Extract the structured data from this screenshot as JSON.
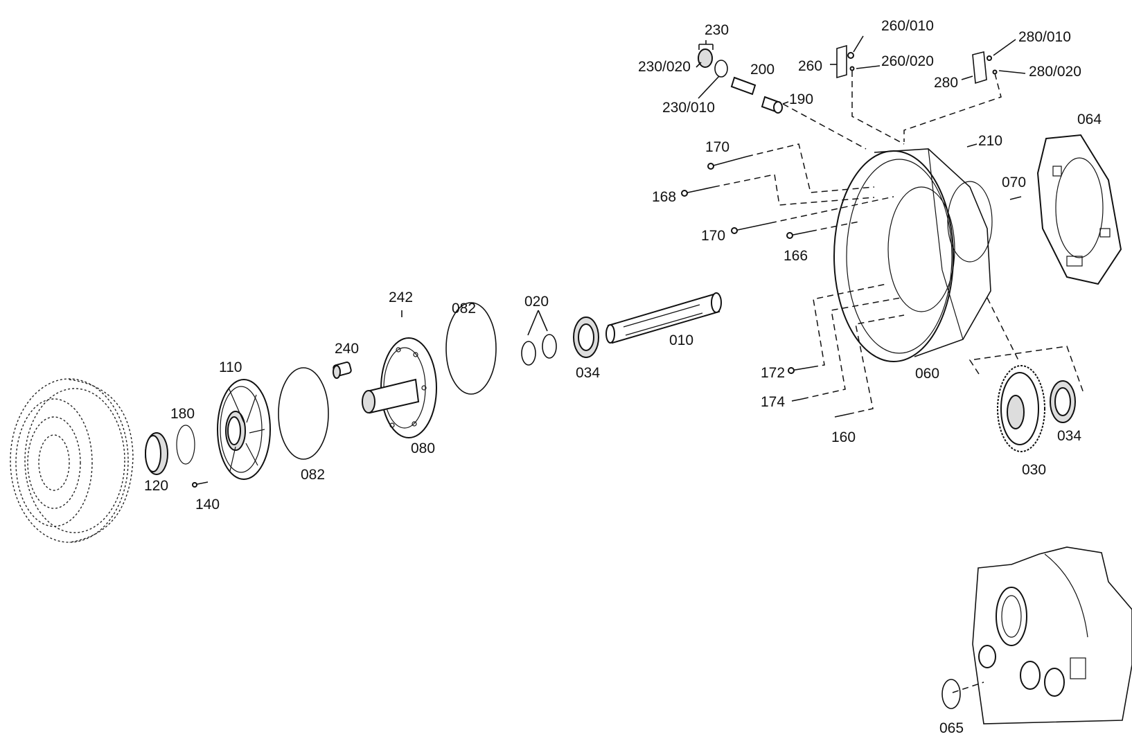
{
  "labels": {
    "p010": "010",
    "p020": "020",
    "p030": "030",
    "p034a": "034",
    "p034b": "034",
    "p060": "060",
    "p064": "064",
    "p065": "065",
    "p070": "070",
    "p080": "080",
    "p082a": "082",
    "p082b": "082",
    "p110": "110",
    "p120": "120",
    "p140": "140",
    "p160": "160",
    "p166": "166",
    "p168": "168",
    "p170a": "170",
    "p170b": "170",
    "p172": "172",
    "p174": "174",
    "p180": "180",
    "p190": "190",
    "p200": "200",
    "p210": "210",
    "p230": "230",
    "p230_010": "230/010",
    "p230_020": "230/020",
    "p240": "240",
    "p242": "242",
    "p260": "260",
    "p260_010": "260/010",
    "p260_020": "260/020",
    "p280": "280",
    "p280_010": "280/010",
    "p280_020": "280/020"
  }
}
